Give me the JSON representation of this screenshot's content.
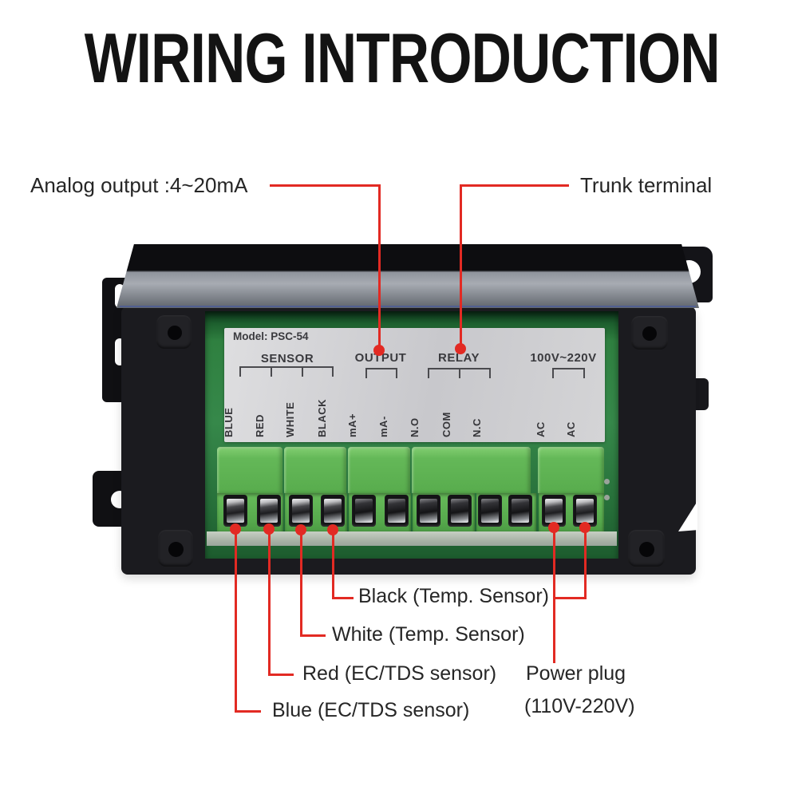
{
  "title": "WIRING INTRODUCTION",
  "device": {
    "model_label": "Model: PSC-54",
    "groups": [
      {
        "name": "SENSOR",
        "terminals": [
          "BLUE",
          "RED",
          "WHITE",
          "BLACK"
        ]
      },
      {
        "name": "OUTPUT",
        "terminals": [
          "mA+",
          "mA-"
        ]
      },
      {
        "name": "RELAY",
        "terminals": [
          "N.O",
          "COM",
          "N.C"
        ]
      },
      {
        "name": "100V~220V",
        "terminals": [
          "AC",
          "AC"
        ]
      }
    ]
  },
  "callouts": {
    "analog_output": "Analog output :4~20mA",
    "trunk_terminal": "Trunk terminal",
    "black_temp": "Black (Temp. Sensor)",
    "white_temp": "White (Temp. Sensor)",
    "red_ec": "Red (EC/TDS sensor)",
    "blue_ec": "Blue (EC/TDS sensor)",
    "power_plug": "Power plug",
    "power_plug_voltage": "(110V-220V)"
  },
  "colors": {
    "accent_red": "#e22a23",
    "terminal_green": "#5fb254",
    "pcb_green": "#2f8040",
    "label_gray": "#d2d2d6",
    "body_black": "#1b1b1f"
  }
}
